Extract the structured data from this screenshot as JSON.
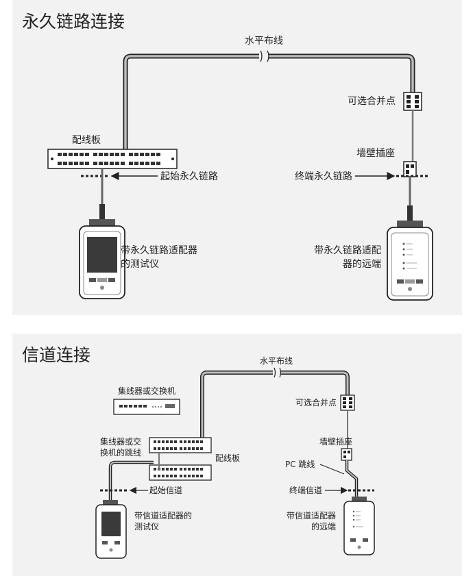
{
  "permanent_link": {
    "title": "永久链路连接",
    "horizontal_cabling": "水平布线",
    "optional_consolidation_point": "可选合并点",
    "patch_panel": "配线板",
    "wall_outlet": "墙壁插座",
    "start_link": "起始永久链路",
    "end_link": "终端永久链路",
    "main_tester_line1": "带永久链路适配器",
    "main_tester_line2": "的测试仪",
    "remote_line1": "带永久链路适配",
    "remote_line2": "器的远端"
  },
  "channel": {
    "title": "信道连接",
    "horizontal_cabling": "水平布线",
    "optional_consolidation_point": "可选合并点",
    "hub_switch": "集线器或交换机",
    "hub_patch_line1": "集线器或交",
    "hub_patch_line2": "换机的跳线",
    "patch_panel": "配线板",
    "wall_outlet": "墙壁插座",
    "pc_patch": "PC 跳线",
    "start_channel": "起始信道",
    "end_channel": "终端信道",
    "main_tester_line1": "带信道适配器的",
    "main_tester_line2": "测试仪",
    "remote_line1": "带信道适配器",
    "remote_line2": "的远端"
  }
}
